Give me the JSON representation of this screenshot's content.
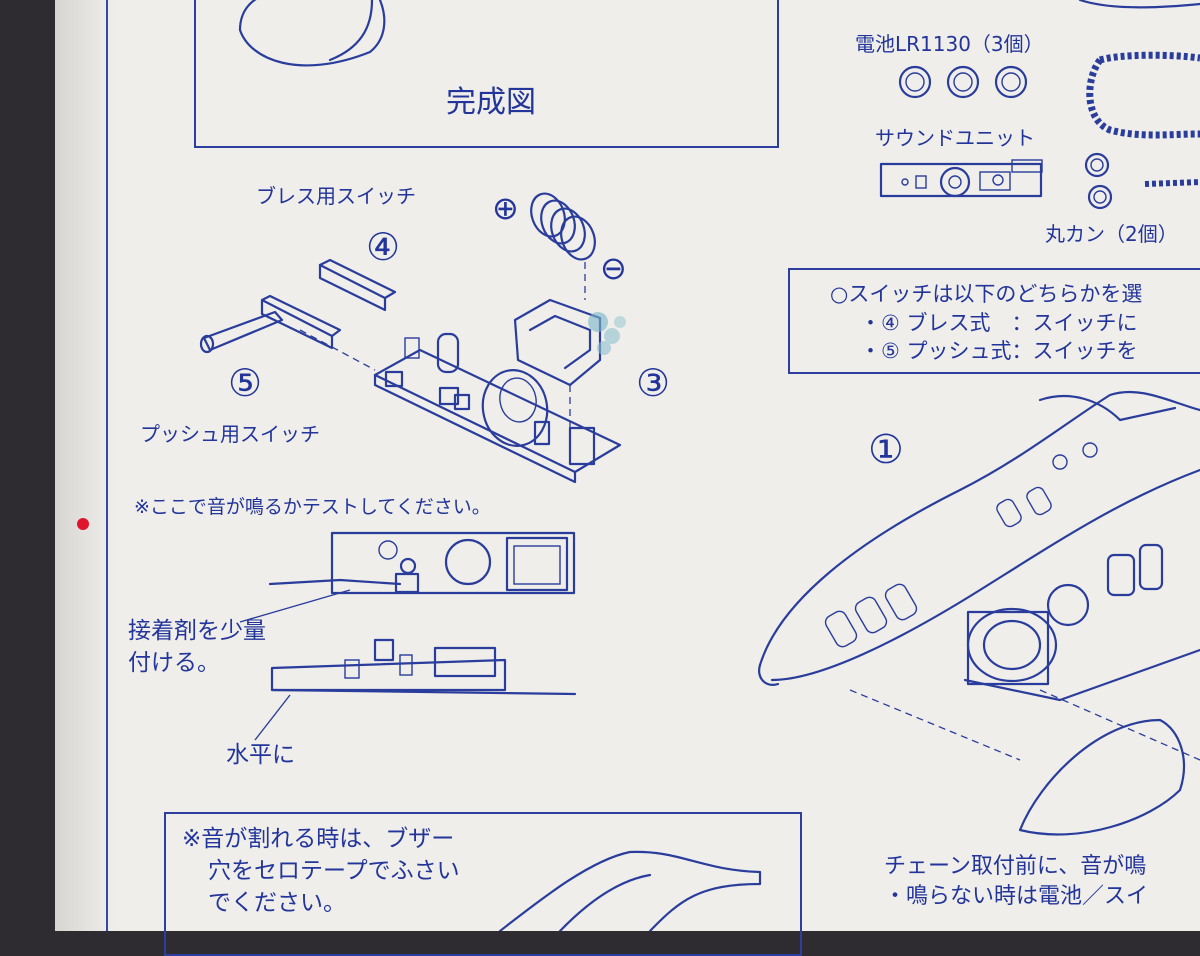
{
  "completed_figure_label": "完成図",
  "parts": {
    "battery_label": "電池LR1130（3個）",
    "sound_unit_label": "サウンドユニット",
    "jump_ring_label": "丸カン（2個）"
  },
  "switch_note": {
    "heading": "○スイッチは以下のどちらかを選",
    "line1": "・④ ブレス式　：スイッチに",
    "line2": "・⑤ プッシュ式：スイッチを"
  },
  "assembly": {
    "breath_switch_label": "ブレス用スイッチ",
    "push_switch_label": "プッシュ用スイッチ",
    "num3": "③",
    "num4": "④",
    "num5": "⑤",
    "num1": "①",
    "plus": "⊕",
    "minus": "⊖"
  },
  "test_note": "※ここで音が鳴るかテストしてください。",
  "glue_note": {
    "line1": "接着剤を少量",
    "line2": "付ける。"
  },
  "horizontal_label": "水平に",
  "buzzer_note": {
    "line1": "※音が割れる時は、ブザー",
    "line2": "穴をセロテープでふさい",
    "line3": "でください。"
  },
  "chain_note": {
    "line1": "チェーン取付前に、音が鳴",
    "line2": "・鳴らない時は電池／スイ"
  },
  "colors": {
    "ink": "#2a3d9c",
    "paper": "#efeeea",
    "background": "#2e2c30",
    "red_dot": "#e0142c"
  }
}
